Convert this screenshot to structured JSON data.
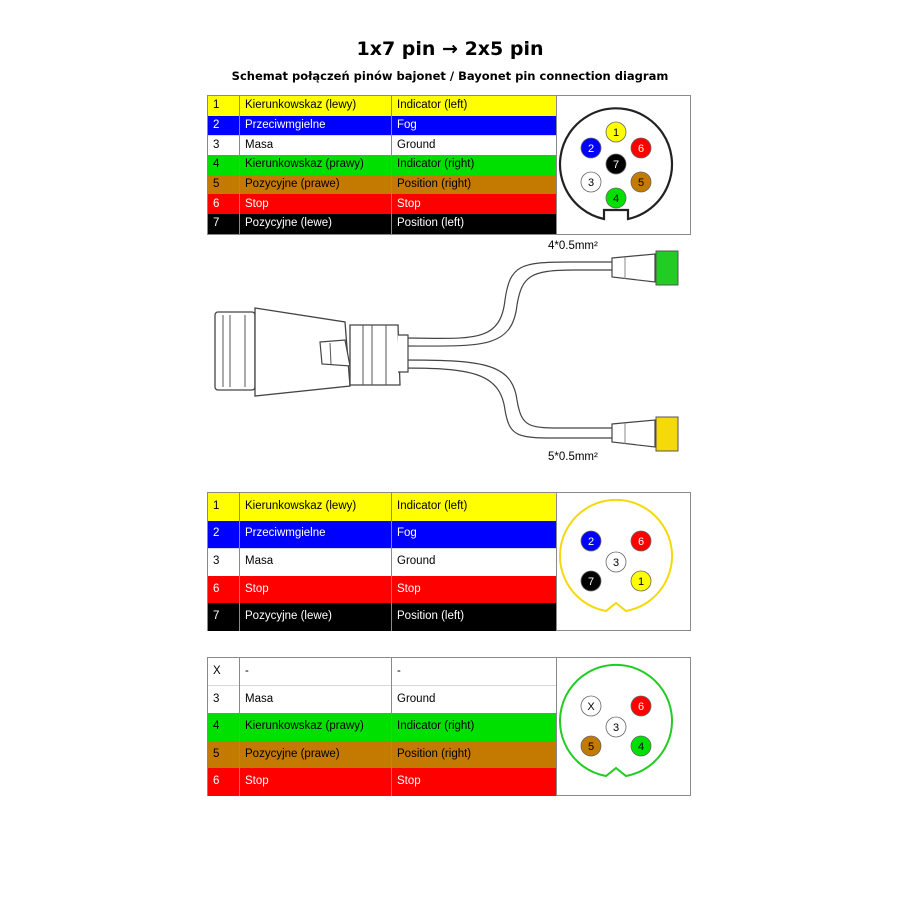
{
  "header": {
    "title": "1x7 pin → 2x5 pin",
    "subtitle": "Schemat połączeń pinów bajonet / Bayonet pin connection diagram"
  },
  "colors": {
    "yellow": "#ffff00",
    "blue": "#0000ff",
    "white": "#ffffff",
    "green": "#00e000",
    "brown": "#c47a00",
    "red": "#ff0000",
    "black": "#000000",
    "connector_green": "#22cc22",
    "connector_yellow": "#f5d90a"
  },
  "panel_1x7": {
    "rows": [
      {
        "pin": "1",
        "pl": "Kierunkowskaz (lewy)",
        "en": "Indicator (left)",
        "color": "yellow"
      },
      {
        "pin": "2",
        "pl": "Przeciwmgielne",
        "en": "Fog",
        "color": "blue"
      },
      {
        "pin": "3",
        "pl": "Masa",
        "en": "Ground",
        "color": "white"
      },
      {
        "pin": "4",
        "pl": "Kierunkowskaz (prawy)",
        "en": "Indicator (right)",
        "color": "green"
      },
      {
        "pin": "5",
        "pl": "Pozycyjne (prawe)",
        "en": "Position (right)",
        "color": "brown"
      },
      {
        "pin": "6",
        "pl": "Stop",
        "en": "Stop",
        "color": "red"
      },
      {
        "pin": "7",
        "pl": "Pozycyjne (lewe)",
        "en": "Position (left)",
        "color": "black"
      }
    ],
    "pins": [
      {
        "label": "1",
        "color": "yellow"
      },
      {
        "label": "2",
        "color": "blue"
      },
      {
        "label": "6",
        "color": "red"
      },
      {
        "label": "7",
        "color": "black"
      },
      {
        "label": "3",
        "color": "white"
      },
      {
        "label": "5",
        "color": "brown"
      },
      {
        "label": "4",
        "color": "green"
      }
    ]
  },
  "cable": {
    "upper_label": "4*0.5mm²",
    "lower_label": "5*0.5mm²"
  },
  "panel_yellow": {
    "rows": [
      {
        "pin": "1",
        "pl": "Kierunkowskaz (lewy)",
        "en": "Indicator (left)",
        "color": "yellow"
      },
      {
        "pin": "2",
        "pl": "Przeciwmgielne",
        "en": "Fog",
        "color": "blue"
      },
      {
        "pin": "3",
        "pl": "Masa",
        "en": "Ground",
        "color": "white"
      },
      {
        "pin": "6",
        "pl": "Stop",
        "en": "Stop",
        "color": "red"
      },
      {
        "pin": "7",
        "pl": "Pozycyjne (lewe)",
        "en": "Position (left)",
        "color": "black"
      }
    ],
    "pins": [
      {
        "label": "2",
        "color": "blue"
      },
      {
        "label": "6",
        "color": "red"
      },
      {
        "label": "3",
        "color": "white"
      },
      {
        "label": "7",
        "color": "black"
      },
      {
        "label": "1",
        "color": "yellow"
      }
    ],
    "ring_color": "connector_yellow"
  },
  "panel_green": {
    "rows": [
      {
        "pin": "X",
        "pl": "-",
        "en": "-",
        "color": "white"
      },
      {
        "pin": "3",
        "pl": "Masa",
        "en": "Ground",
        "color": "white"
      },
      {
        "pin": "4",
        "pl": "Kierunkowskaz (prawy)",
        "en": "Indicator (right)",
        "color": "green"
      },
      {
        "pin": "5",
        "pl": "Pozycyjne (prawe)",
        "en": "Position (right)",
        "color": "brown"
      },
      {
        "pin": "6",
        "pl": "Stop",
        "en": "Stop",
        "color": "red"
      }
    ],
    "pins": [
      {
        "label": "X",
        "color": "white"
      },
      {
        "label": "6",
        "color": "red"
      },
      {
        "label": "3",
        "color": "white"
      },
      {
        "label": "5",
        "color": "brown"
      },
      {
        "label": "4",
        "color": "green"
      }
    ],
    "ring_color": "connector_green"
  }
}
